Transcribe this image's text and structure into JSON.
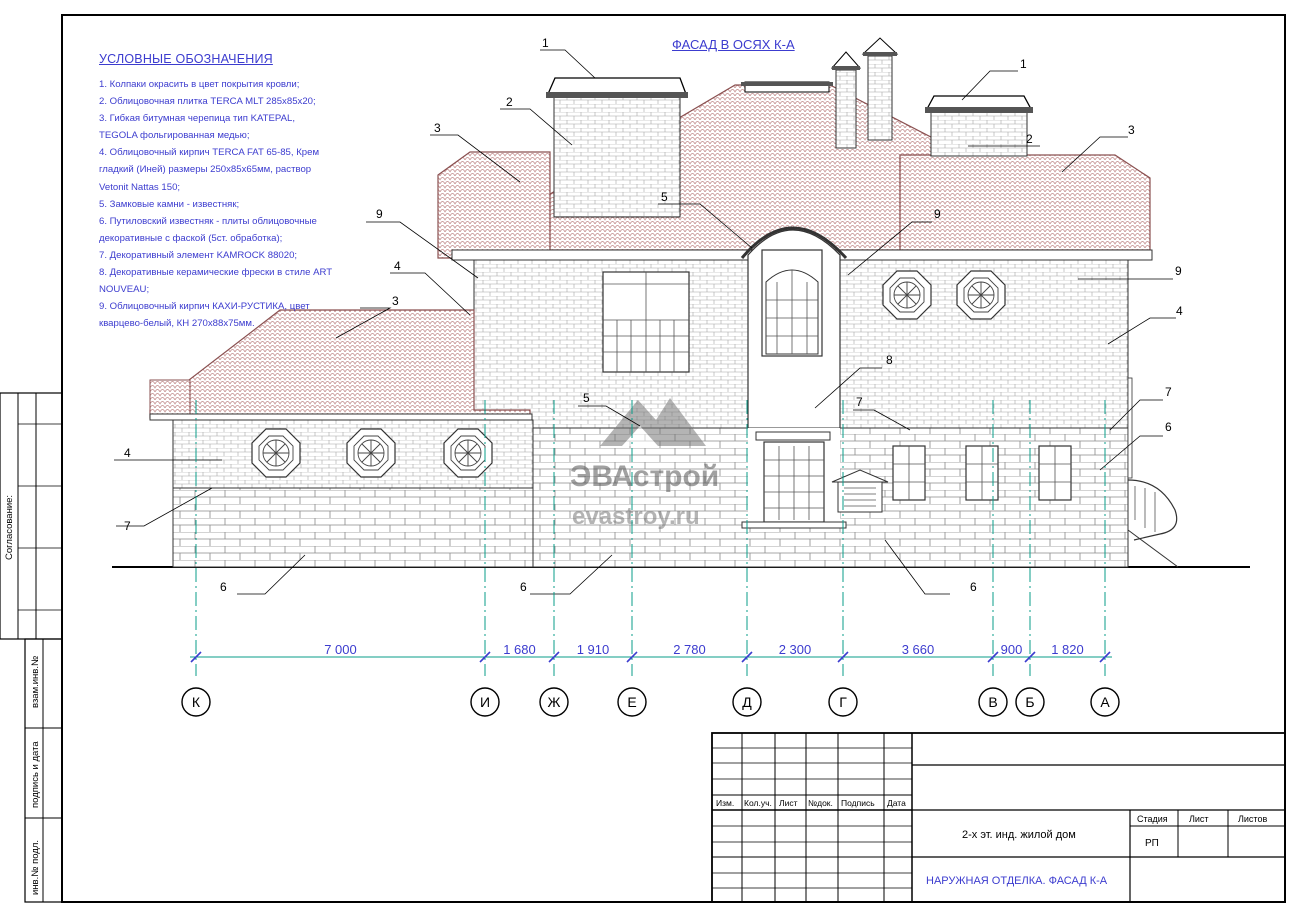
{
  "drawing_title": "ФАСАД В ОСЯХ К-А",
  "legend": {
    "title": "УСЛОВНЫЕ ОБОЗНАЧЕНИЯ",
    "lines": [
      "1. Колпаки окрасить в цвет покрытия кровли;",
      "2. Облицовочная плитка TERCA MLT 285х85х20;",
      "3. Гибкая битумная черепица тип KATEPAL,",
      "TEGOLA фольгированная медью;",
      "4. Облицовочный кирпич TERCA FAT 65-85, Крем",
      "гладкий (Иней) размеры 250х85х65мм, раствор",
      "Vetonit Nattas 150;",
      "5. Замковые камни - известняк;",
      "6. Путиловский известняк - плиты облицовочные",
      "декоративные с фаской (5ст. обработка);",
      "7. Декоративный элемент KAMROCK 88020;",
      "8. Декоративные керамические фрески в стиле ART",
      "NOUVEAU;",
      "9. Облицовочный кирпич КАХИ-РУСТИКА, цвет",
      "кварцево-белый, КН 270х88х75мм."
    ]
  },
  "axes": [
    {
      "label": "К"
    },
    {
      "label": "И"
    },
    {
      "label": "Ж"
    },
    {
      "label": "Е"
    },
    {
      "label": "Д"
    },
    {
      "label": "Г"
    },
    {
      "label": "В"
    },
    {
      "label": "Б"
    },
    {
      "label": "А"
    }
  ],
  "dimensions": [
    "7 000",
    "1 680",
    "1 910",
    "2 780",
    "2 300",
    "3 660",
    "900",
    "1 820"
  ],
  "callouts": [
    "1",
    "1",
    "2",
    "2",
    "3",
    "3",
    "3",
    "4",
    "4",
    "4",
    "5",
    "5",
    "6",
    "6",
    "6",
    "6",
    "7",
    "7",
    "7",
    "8",
    "9",
    "9",
    "9"
  ],
  "watermark": {
    "brand": "ЭВАстрой",
    "url": "evastroy.ru"
  },
  "side_stamp": [
    "Согласование:",
    "взам.инв.№",
    "подпись и дата",
    "инв.№ подл."
  ],
  "title_block": {
    "headers": [
      "Изм.",
      "Кол.уч.",
      "Лист",
      "№док.",
      "Подпись",
      "Дата"
    ],
    "project": "2-х эт. инд. жилой дом",
    "stage_header": "Стадия",
    "sheet_header": "Лист",
    "sheets_header": "Листов",
    "stage": "РП",
    "sheet_title": "НАРУЖНАЯ ОТДЕЛКА. ФАСАД К-А"
  },
  "colors": {
    "line": "#000000",
    "annotation": "#3c3ccf",
    "axis": "#0a9c8a",
    "brick": "#9a9a9a",
    "roof": "#b87a7a"
  }
}
